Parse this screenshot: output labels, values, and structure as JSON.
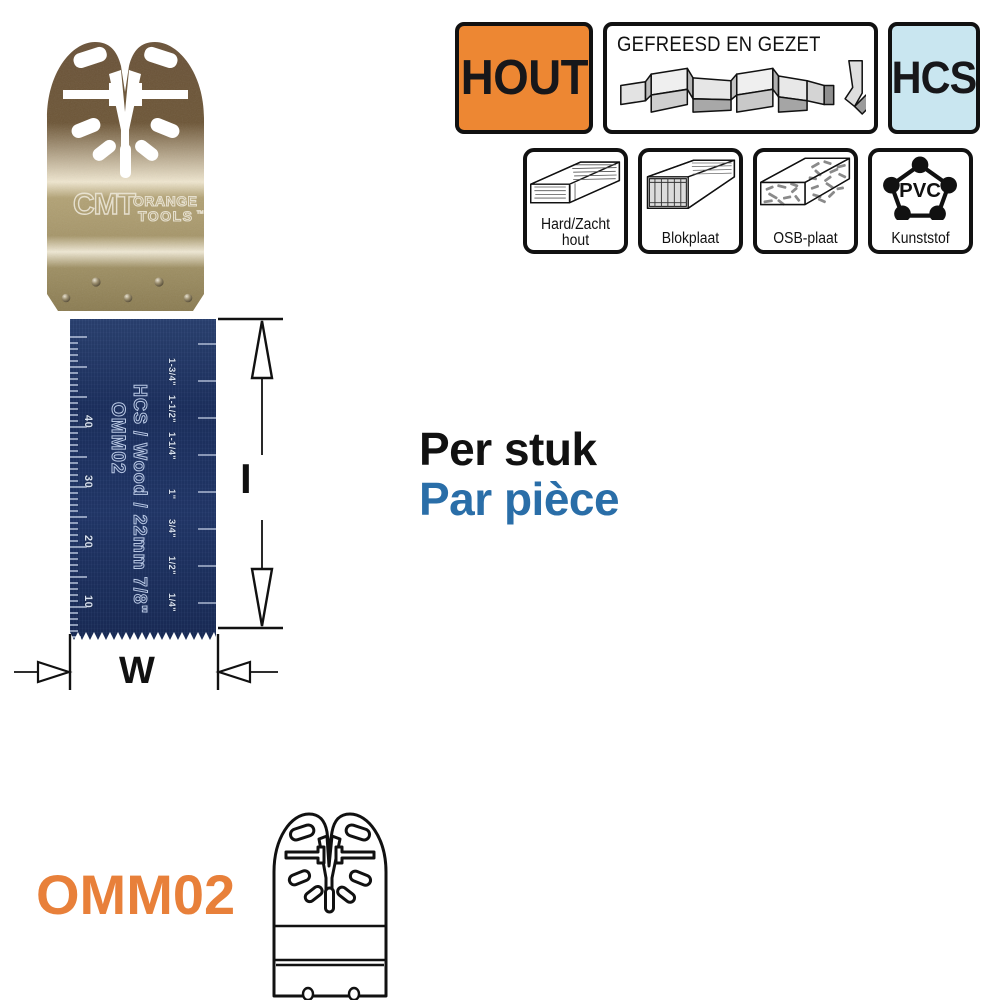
{
  "product": {
    "code": "OMM02",
    "code_color": "#E8803A"
  },
  "badges": {
    "material_type": {
      "label": "HOUT",
      "bg_color": "#ED8733",
      "icon": "wood-material-badge"
    },
    "process": {
      "label": "GEFREESD EN GEZET",
      "icon": "milled-and-set-teeth-icon"
    },
    "steel_type": {
      "label": "HCS",
      "bg_color": "#C9E6F0",
      "icon": "hcs-steel-badge"
    },
    "materials": [
      {
        "label": "Hard/Zacht\nhout",
        "label_line1": "Hard/Zacht",
        "label_line2": "hout",
        "icon": "solid-wood-icon"
      },
      {
        "label": "Blokplaat",
        "label_line1": "Blokplaat",
        "label_line2": "",
        "icon": "blockboard-icon"
      },
      {
        "label": "OSB-plaat",
        "label_line1": "OSB-plaat",
        "label_line2": "",
        "icon": "osb-board-icon"
      },
      {
        "label": "Kunststof",
        "label_line1": "Kunststof",
        "label_line2": "",
        "icon": "pvc-plastic-icon",
        "inner_text": "PVC"
      }
    ]
  },
  "blade": {
    "brand_line1": "CMT",
    "brand_line2": "ORANGE",
    "brand_line3": "TOOLS",
    "brand_trademark": "™",
    "engraving_code": "OMM02",
    "engraving_spec": "HCS / Wood / 22mm 7/8\"",
    "ruler_metric": [
      "10",
      "20",
      "30",
      "40"
    ],
    "ruler_imperial": [
      "1/4\"",
      "1/2\"",
      "3/4\"",
      "1\"",
      "1-1/4\"",
      "1-1/2\"",
      "1-3/4\""
    ]
  },
  "dimensions": {
    "length_label": "I",
    "width_label": "W"
  },
  "packaging": {
    "line_nl": "Per stuk",
    "line_fr": "Par pièce",
    "color_nl": "#111111",
    "color_fr": "#2A6EA8"
  }
}
